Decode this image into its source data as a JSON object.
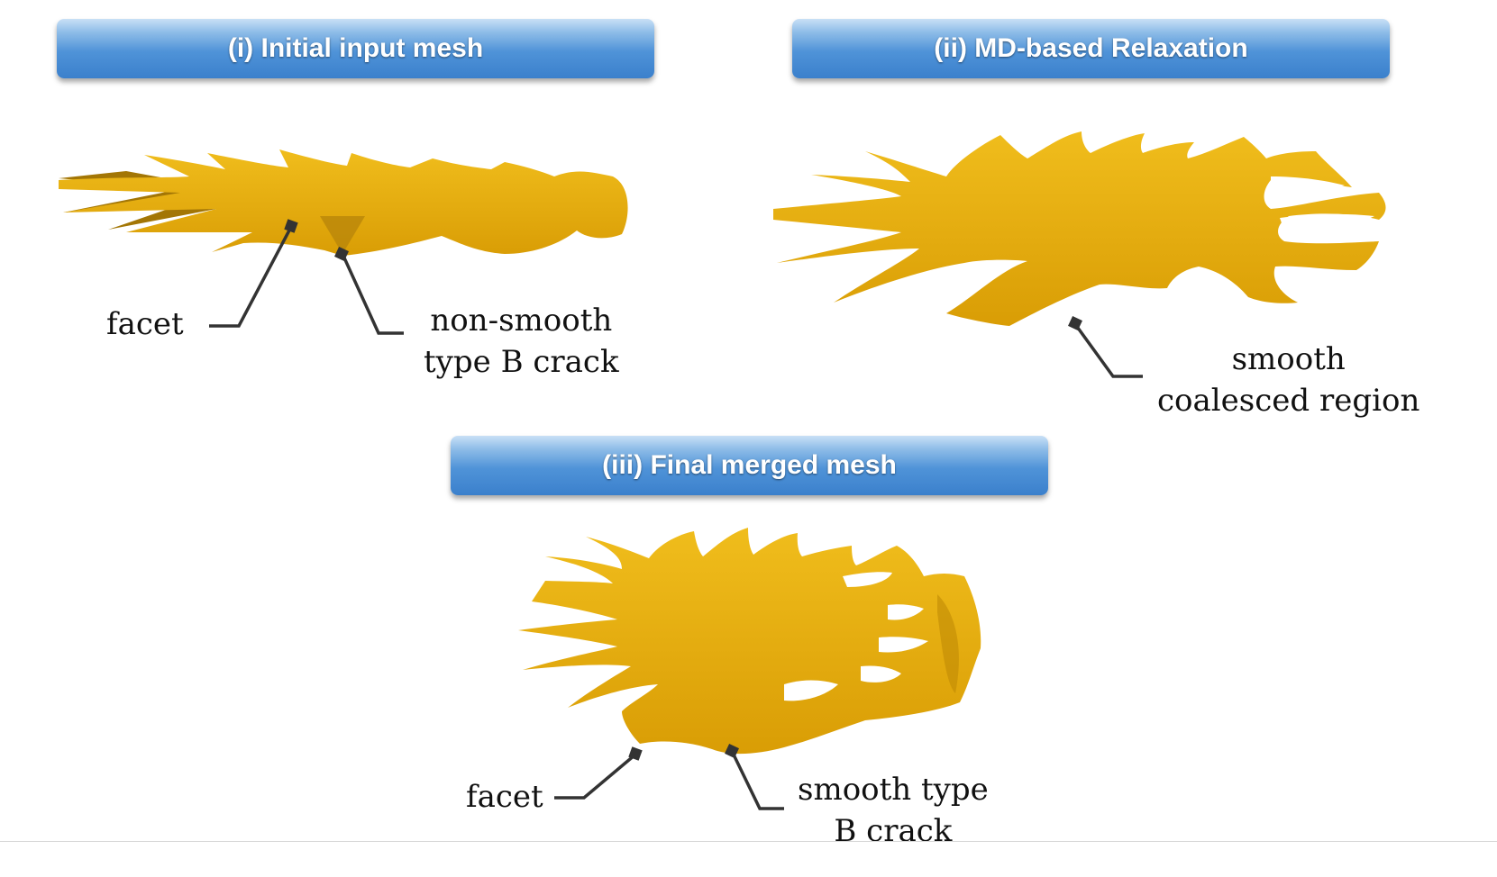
{
  "panels": {
    "initial": {
      "title": "(i) Initial input mesh"
    },
    "relaxation": {
      "title": "(ii) MD-based Relaxation"
    },
    "final": {
      "title": "(iii) Final merged mesh"
    }
  },
  "annotations": {
    "initial_facet": "facet",
    "initial_crack_line1": "non-smooth",
    "initial_crack_line2": "type B crack",
    "relax_line1": "smooth",
    "relax_line2": "coalesced region",
    "final_facet": "facet",
    "final_crack_line1": "smooth type",
    "final_crack_line2": "B crack"
  },
  "colors": {
    "mesh": "#e2a80a",
    "mesh_dark": "#a37605",
    "header": "#4a8fd6",
    "leader": "#333333"
  }
}
